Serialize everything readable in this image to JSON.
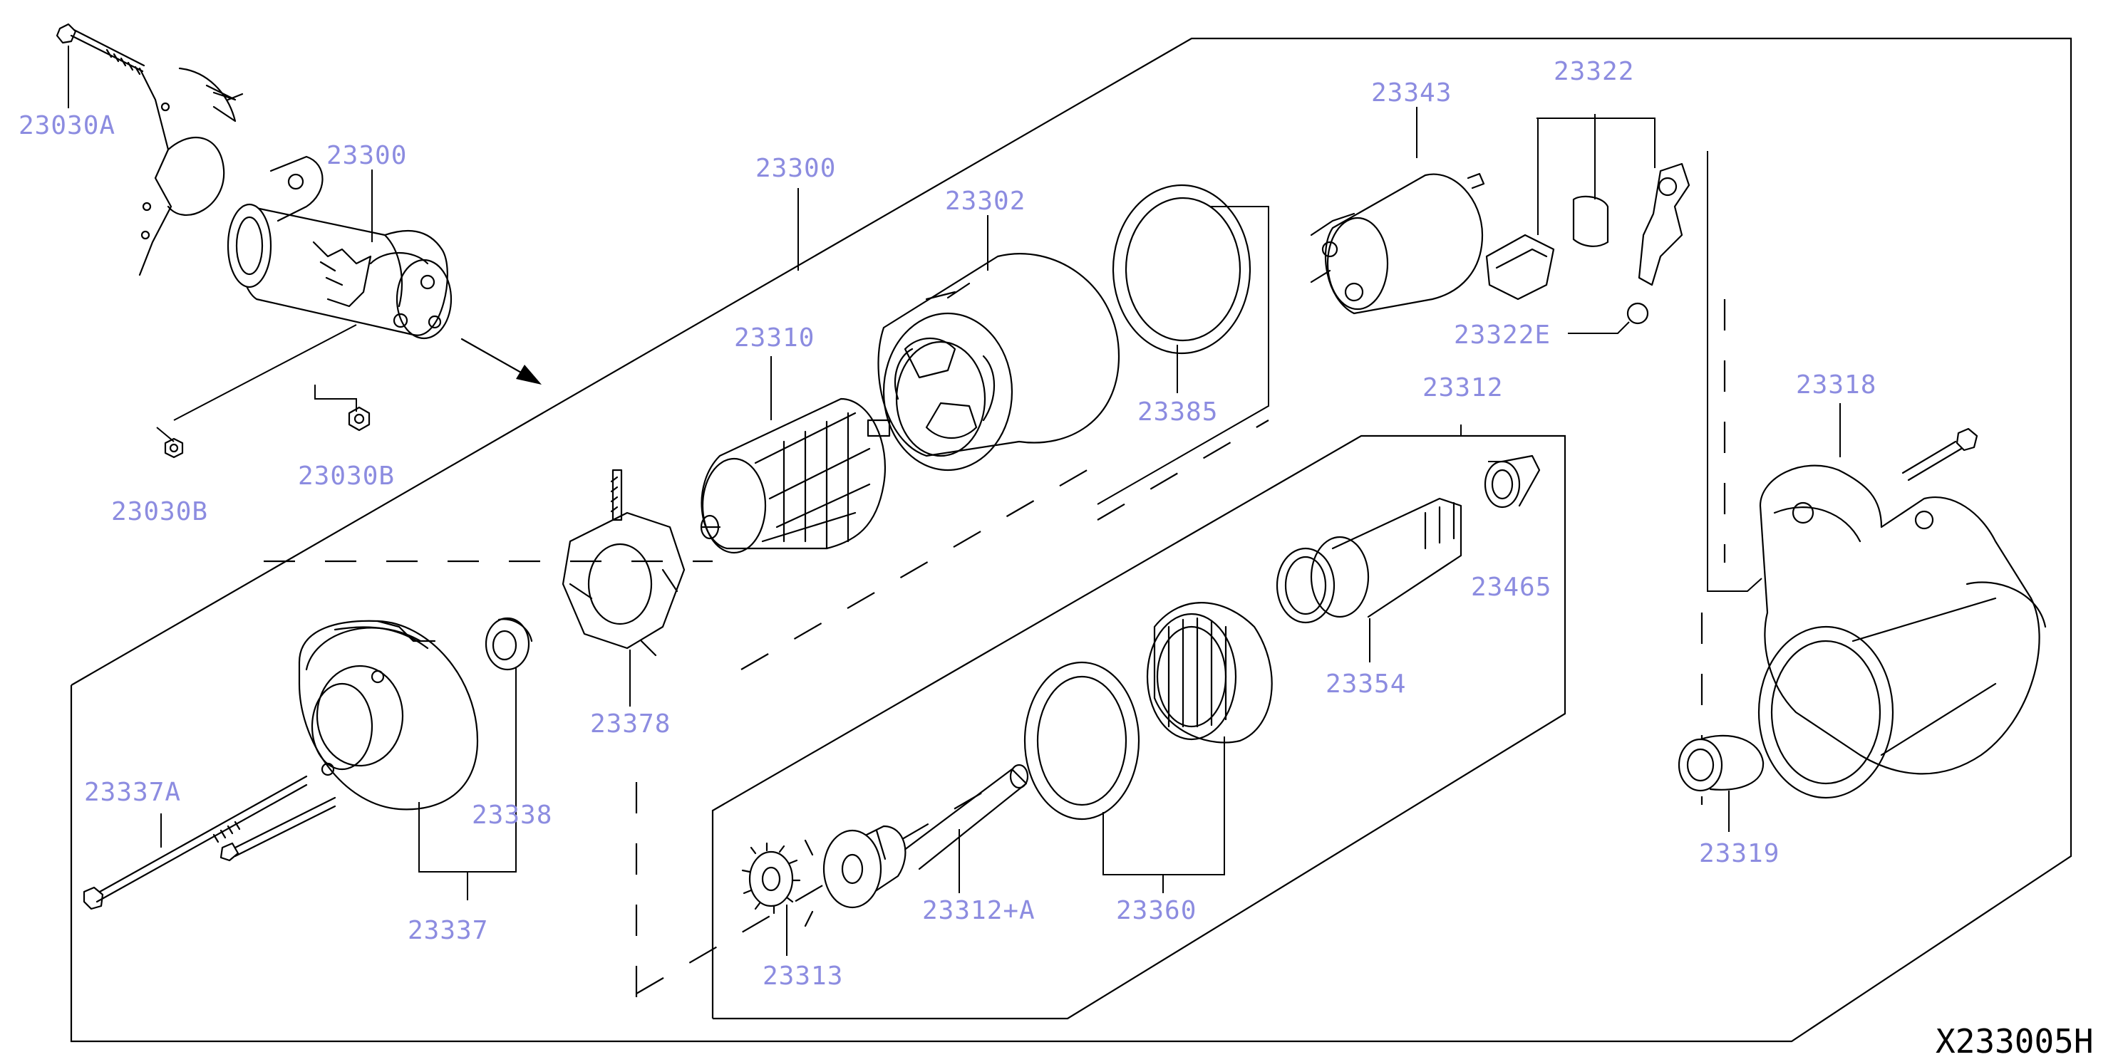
{
  "diagram": {
    "code": "X233005H",
    "callouts": {
      "c23030A": "23030A",
      "c23300_top": "23300",
      "c23030B": "23030B",
      "c23030B_2": "23030B",
      "c23300_main": "23300",
      "c23302": "23302",
      "c23310": "23310",
      "c23385": "23385",
      "c23343": "23343",
      "c23322": "23322",
      "c23322E": "23322E",
      "c23312": "23312",
      "c23318": "23318",
      "c23465": "23465",
      "c23378": "23378",
      "c23354": "23354",
      "c23337A": "23337A",
      "c23338": "23338",
      "c23337": "23337",
      "c23360": "23360",
      "c23312A": "23312+A",
      "c23313": "23313",
      "c23319": "23319"
    }
  }
}
